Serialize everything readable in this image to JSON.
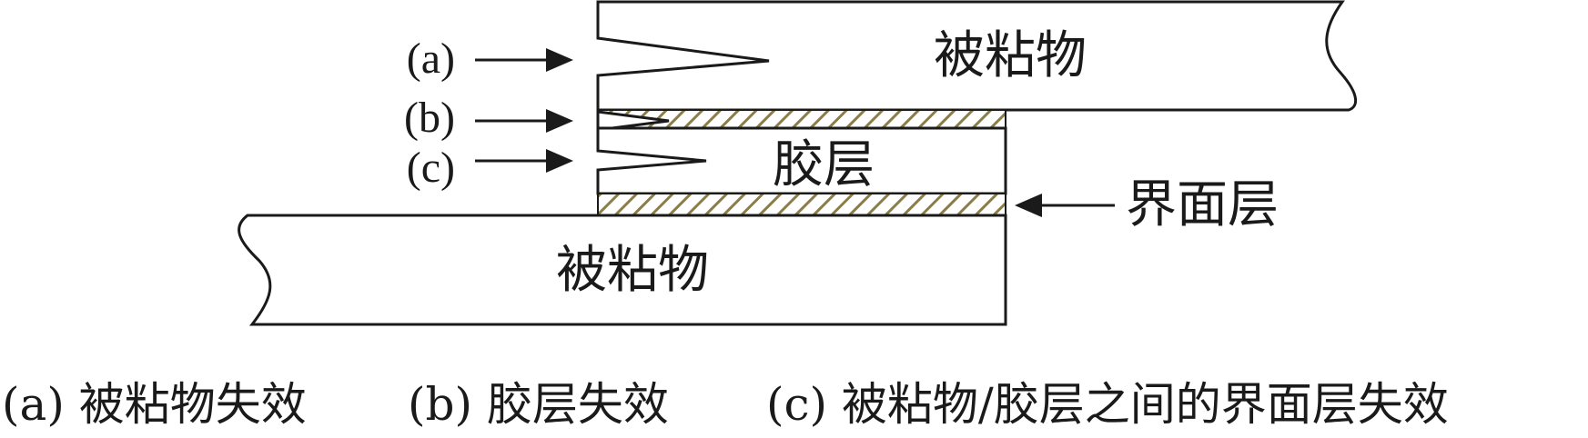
{
  "diagram": {
    "top_adherend_label": "被粘物",
    "bottom_adherend_label": "被粘物",
    "adhesive_label": "胶层",
    "interface_label": "界面层",
    "markers": {
      "a": "(a)",
      "b": "(b)",
      "c": "(c)"
    },
    "colors": {
      "interface_hatch": "#8b7d4a",
      "line": "#1a1a1a"
    }
  },
  "caption": {
    "a": "(a) 被粘物失效",
    "b": "(b) 胶层失效",
    "c": "(c) 被粘物/胶层之间的界面层失效"
  }
}
